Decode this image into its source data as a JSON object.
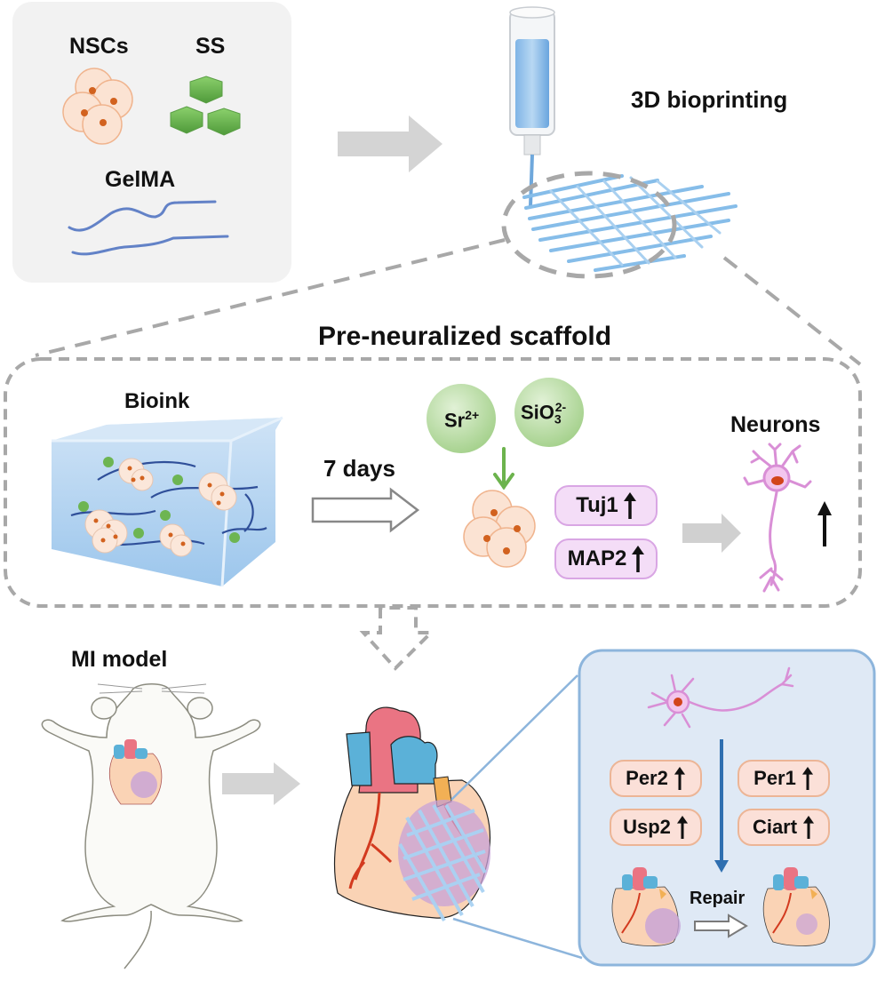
{
  "figure": {
    "materials_panel": {
      "nscs_label": "NSCs",
      "ss_label": "SS",
      "gelma_label": "GelMA"
    },
    "bioprinting_label": "3D bioprinting",
    "scaffold_section": {
      "title": "Pre-neuralized scaffold",
      "bioink_label": "Bioink",
      "duration_label": "7 days",
      "ions": [
        {
          "base": "Sr",
          "sub": "",
          "sup": "2+"
        },
        {
          "base": "SiO",
          "sub": "3",
          "sup": "2-"
        }
      ],
      "markers": [
        {
          "name": "Tuj1",
          "trend": "up"
        },
        {
          "name": "MAP2",
          "trend": "up"
        }
      ],
      "neurons_label": "Neurons",
      "neurons_trend": "up"
    },
    "mi_section": {
      "model_label": "MI model",
      "genes": [
        {
          "name": "Per2",
          "trend": "up"
        },
        {
          "name": "Per1",
          "trend": "up"
        },
        {
          "name": "Usp2",
          "trend": "up"
        },
        {
          "name": "Ciart",
          "trend": "up"
        }
      ],
      "repair_label": "Repair"
    },
    "colors": {
      "panel_gray": "#f2f2f2",
      "dash_gray": "#a8a8a8",
      "arrow_gray": "#c8c8c8",
      "cell_fill": "#fbe3d3",
      "cell_nucleus": "#d2621f",
      "ion_green": "#b9dca6",
      "hexagon_green": "#6db552",
      "gelma_blue": "#4a6fc0",
      "scaffold_blue": "#8fc3ec",
      "inset_bg": "#dfe9f5",
      "inset_border": "#8db5dc",
      "marker_pill": "#f4ddf7",
      "gene_pill": "#fbe0d8",
      "down_arrow_blue": "#2f6fb0",
      "heart_red": "#ea7483",
      "heart_blue": "#5bb1d8",
      "heart_body": "#fad3b5",
      "infarct_purple": "#c7a2d8"
    }
  }
}
